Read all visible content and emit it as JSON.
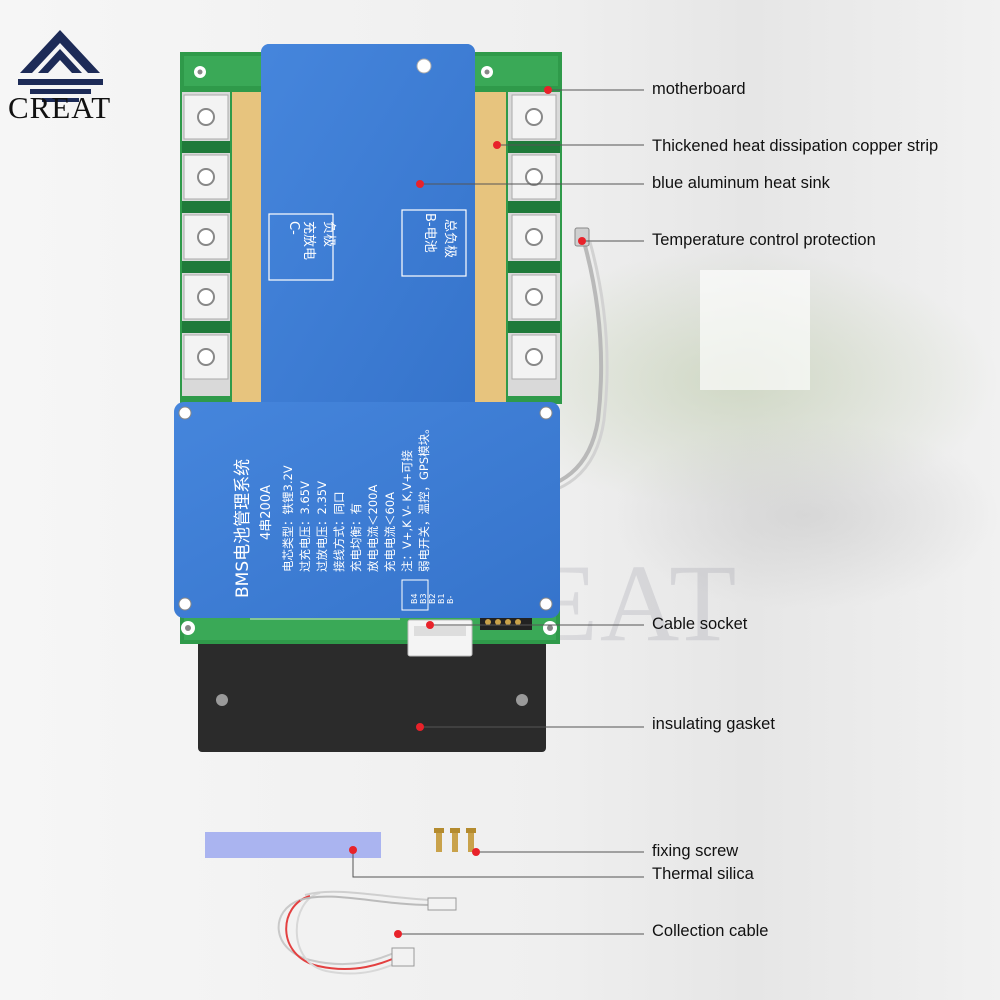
{
  "brand": {
    "name": "CREAT",
    "watermark": "CREAT"
  },
  "board": {
    "c_label_line1": "C-",
    "c_label_line2": "充放电",
    "c_label_line3": "负极",
    "b_label_line1": "B-电池",
    "b_label_line2": "总负极",
    "title": "BMS电池管理系统",
    "subtitle": "4串200A",
    "spec_lines": [
      "电芯类型：铁锂3.2V",
      "过充电压：3.65V",
      "过放电压：2.35V",
      "接线方式：同口",
      "充电均衡：有",
      "放电电流＜200A",
      "充电电流＜60A",
      "注：V+,K V- K,V+可接",
      "弱电开关，温控，GPS模块。"
    ],
    "pin_labels": [
      "B4",
      "B3",
      "B2",
      "B1",
      "B-"
    ]
  },
  "labels": {
    "motherboard": "motherboard",
    "copper_strip": "Thickened heat dissipation copper strip",
    "heat_sink": "blue aluminum heat sink",
    "temperature": "Temperature control protection",
    "cable_socket": "Cable socket",
    "gasket": "insulating gasket",
    "fixing_screw": "fixing screw",
    "thermal_silica": "Thermal silica",
    "collection_cable": "Collection cable"
  },
  "colors": {
    "blue_plate": "#3f7fd6",
    "pcb_green": "#2f9a4a",
    "copper": "#e7c47e",
    "gasket": "#2b2b2b",
    "silica": "#aab4f0",
    "marker": "#e8222a"
  }
}
